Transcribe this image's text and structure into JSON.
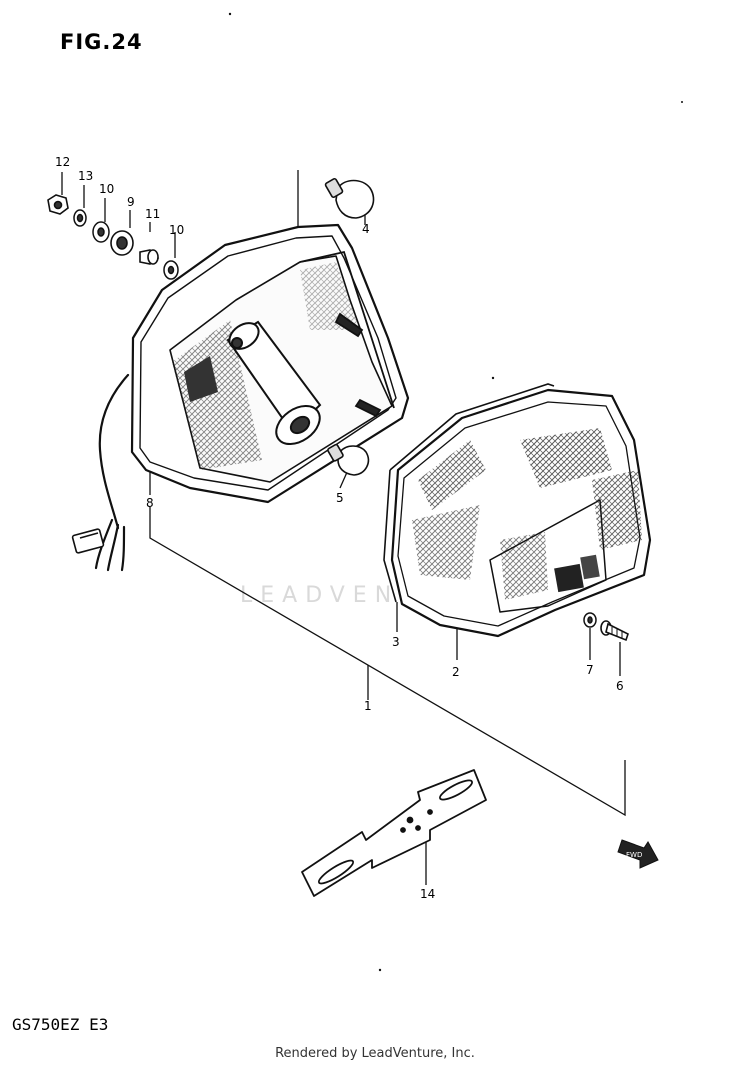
{
  "figure": {
    "title": "FIG.24",
    "model": "GS750EZ  E3"
  },
  "watermark": "LEADVENTURE",
  "footer": "Rendered by LeadVenture, Inc.",
  "callouts": [
    "1",
    "2",
    "3",
    "4",
    "5",
    "6",
    "7",
    "8",
    "9",
    "10",
    "10",
    "11",
    "12",
    "13",
    "14"
  ],
  "colors": {
    "ink": "#111111",
    "shade": "#555555",
    "watermark": "#d9d9d9"
  }
}
